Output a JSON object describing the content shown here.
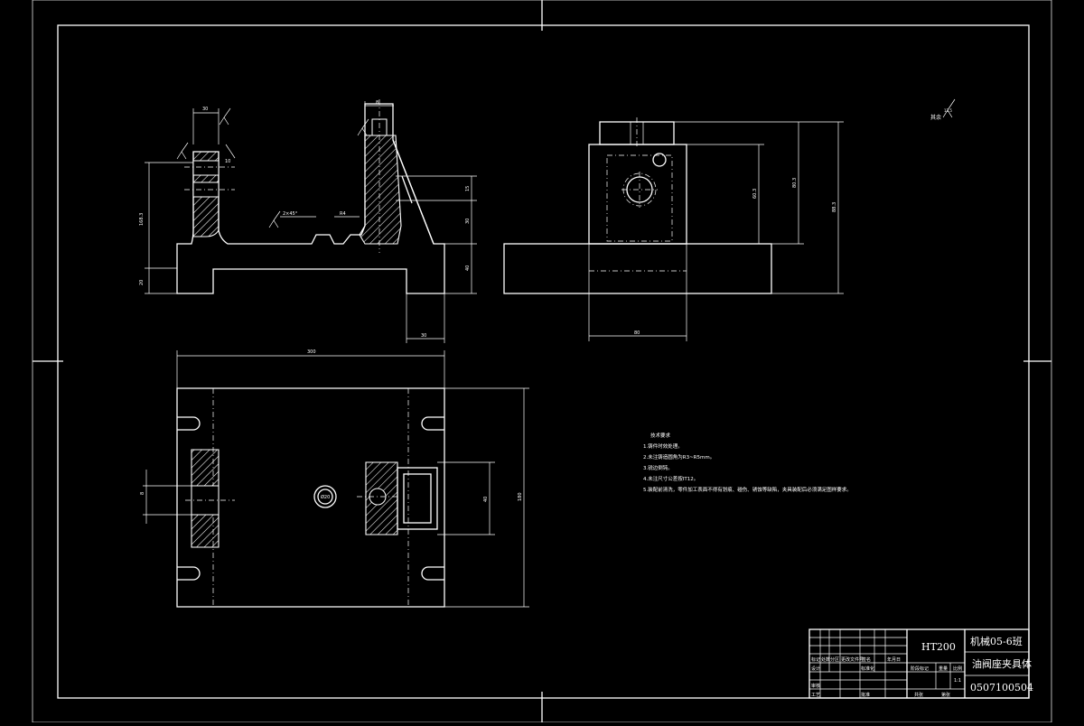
{
  "title_block": {
    "material": "HT200",
    "class_code": "机械05-6班",
    "part_name": "油阀座夹具体",
    "drawing_number": "0507100504",
    "scale_value": "1:1",
    "header_cells": [
      "标记",
      "处数",
      "分区",
      "更改文件号",
      "签名",
      "年月日"
    ],
    "role_cells": [
      "设计",
      "标准化",
      "审核",
      "工艺",
      "批准"
    ],
    "stage_cells": [
      "阶段标记",
      "重量",
      "比例"
    ],
    "sheet_cells": [
      "共张",
      "第张"
    ]
  },
  "notes": {
    "heading": "技术要求",
    "items": [
      "1.铸件时效处理。",
      "2.未注铸造圆角为R3~R5mm。",
      "3.锐边倒钝。",
      "4.未注尺寸公差按IT12。",
      "5.装配前清洗，零件加工表面不得有划痕、碰伤、锈蚀等缺陷，夹具装配后必须满足图样要求。"
    ]
  },
  "roughness": {
    "symbol_label": "其余",
    "value": "12.5"
  },
  "dimensions": {
    "front": [
      "30",
      "8",
      "10",
      "168.3",
      "20",
      "15",
      "30",
      "2×45°",
      "R4",
      "40",
      "30"
    ],
    "side": [
      "80",
      "60.3",
      "80.3",
      "88.3"
    ],
    "top": [
      "300",
      "180",
      "40",
      "Ø20",
      "8"
    ]
  }
}
